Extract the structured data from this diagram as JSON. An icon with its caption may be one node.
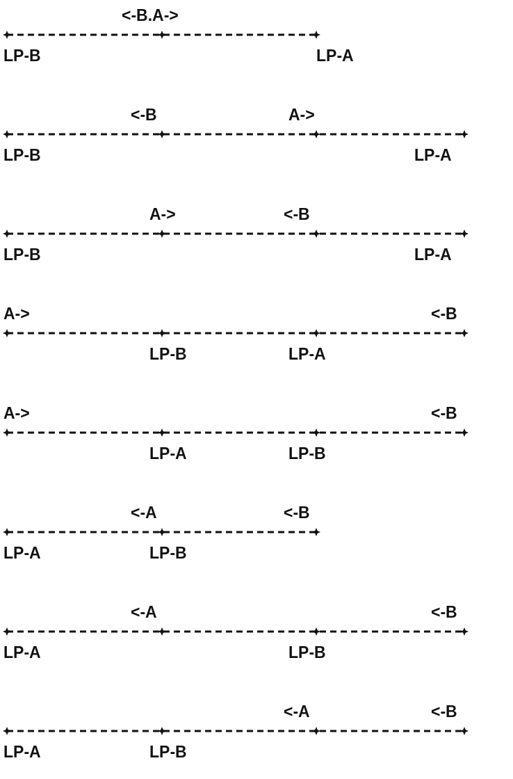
{
  "diagram": {
    "labels": [
      "<-B.A->",
      "LP-B",
      "LP-A",
      "<-B",
      "A->",
      "LP-B",
      "LP-A",
      "A->",
      "<-B",
      "LP-B",
      "LP-A",
      "A->",
      "<-B",
      "LP-B",
      "LP-A",
      "A->",
      "<-B",
      "LP-A",
      "LP-B",
      "<-A",
      "<-B",
      "LP-A",
      "LP-B",
      "<-A",
      "<-B",
      "LP-A",
      "LP-B",
      "<-A",
      "<-B",
      "LP-A",
      "LP-B"
    ]
  }
}
